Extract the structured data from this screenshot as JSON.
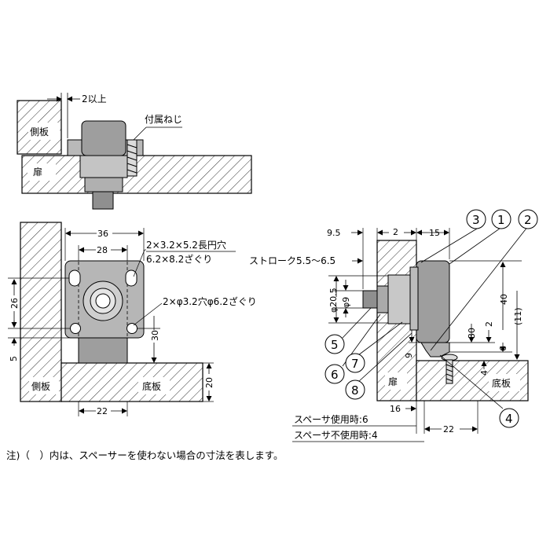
{
  "top_view": {
    "clearance": "2以上",
    "side_panel": "側板",
    "door": "扉",
    "screw": "付属ねじ"
  },
  "front_view": {
    "width_outer": "36",
    "width_inner": "28",
    "height_26": "26",
    "height_5": "5",
    "height_30": "30",
    "height_20": "20",
    "width_22": "22",
    "slot_spec_1": "2×3.2×5.2長円穴",
    "slot_spec_2": "6.2×8.2ざぐり",
    "hole_spec": "2×φ3.2穴φ6.2ざぐり",
    "side_panel": "側板",
    "bottom_panel": "底板"
  },
  "side_view": {
    "dim_9_5": "9.5",
    "dim_2": "2",
    "dim_15": "15",
    "stroke": "ストローク5.5～6.5",
    "dia_20_5": "φ20.5",
    "dia_9": "φ9",
    "dim_40": "40",
    "dim_11": "(11)",
    "dim_30": "30",
    "dim_2b": "2",
    "dim_6": "6",
    "dim_9": "9",
    "dim_4": "4",
    "dim_16": "16",
    "dim_22": "22",
    "door": "扉",
    "bottom_panel": "底板",
    "spacer_used": "スペーサ使用時:6",
    "spacer_unused": "スペーサ不使用時:4",
    "callouts": [
      "1",
      "2",
      "3",
      "4",
      "5",
      "6",
      "7",
      "8"
    ]
  },
  "footnote": "注)（　）内は、スペーサーを使わない場合の寸法を表します。"
}
